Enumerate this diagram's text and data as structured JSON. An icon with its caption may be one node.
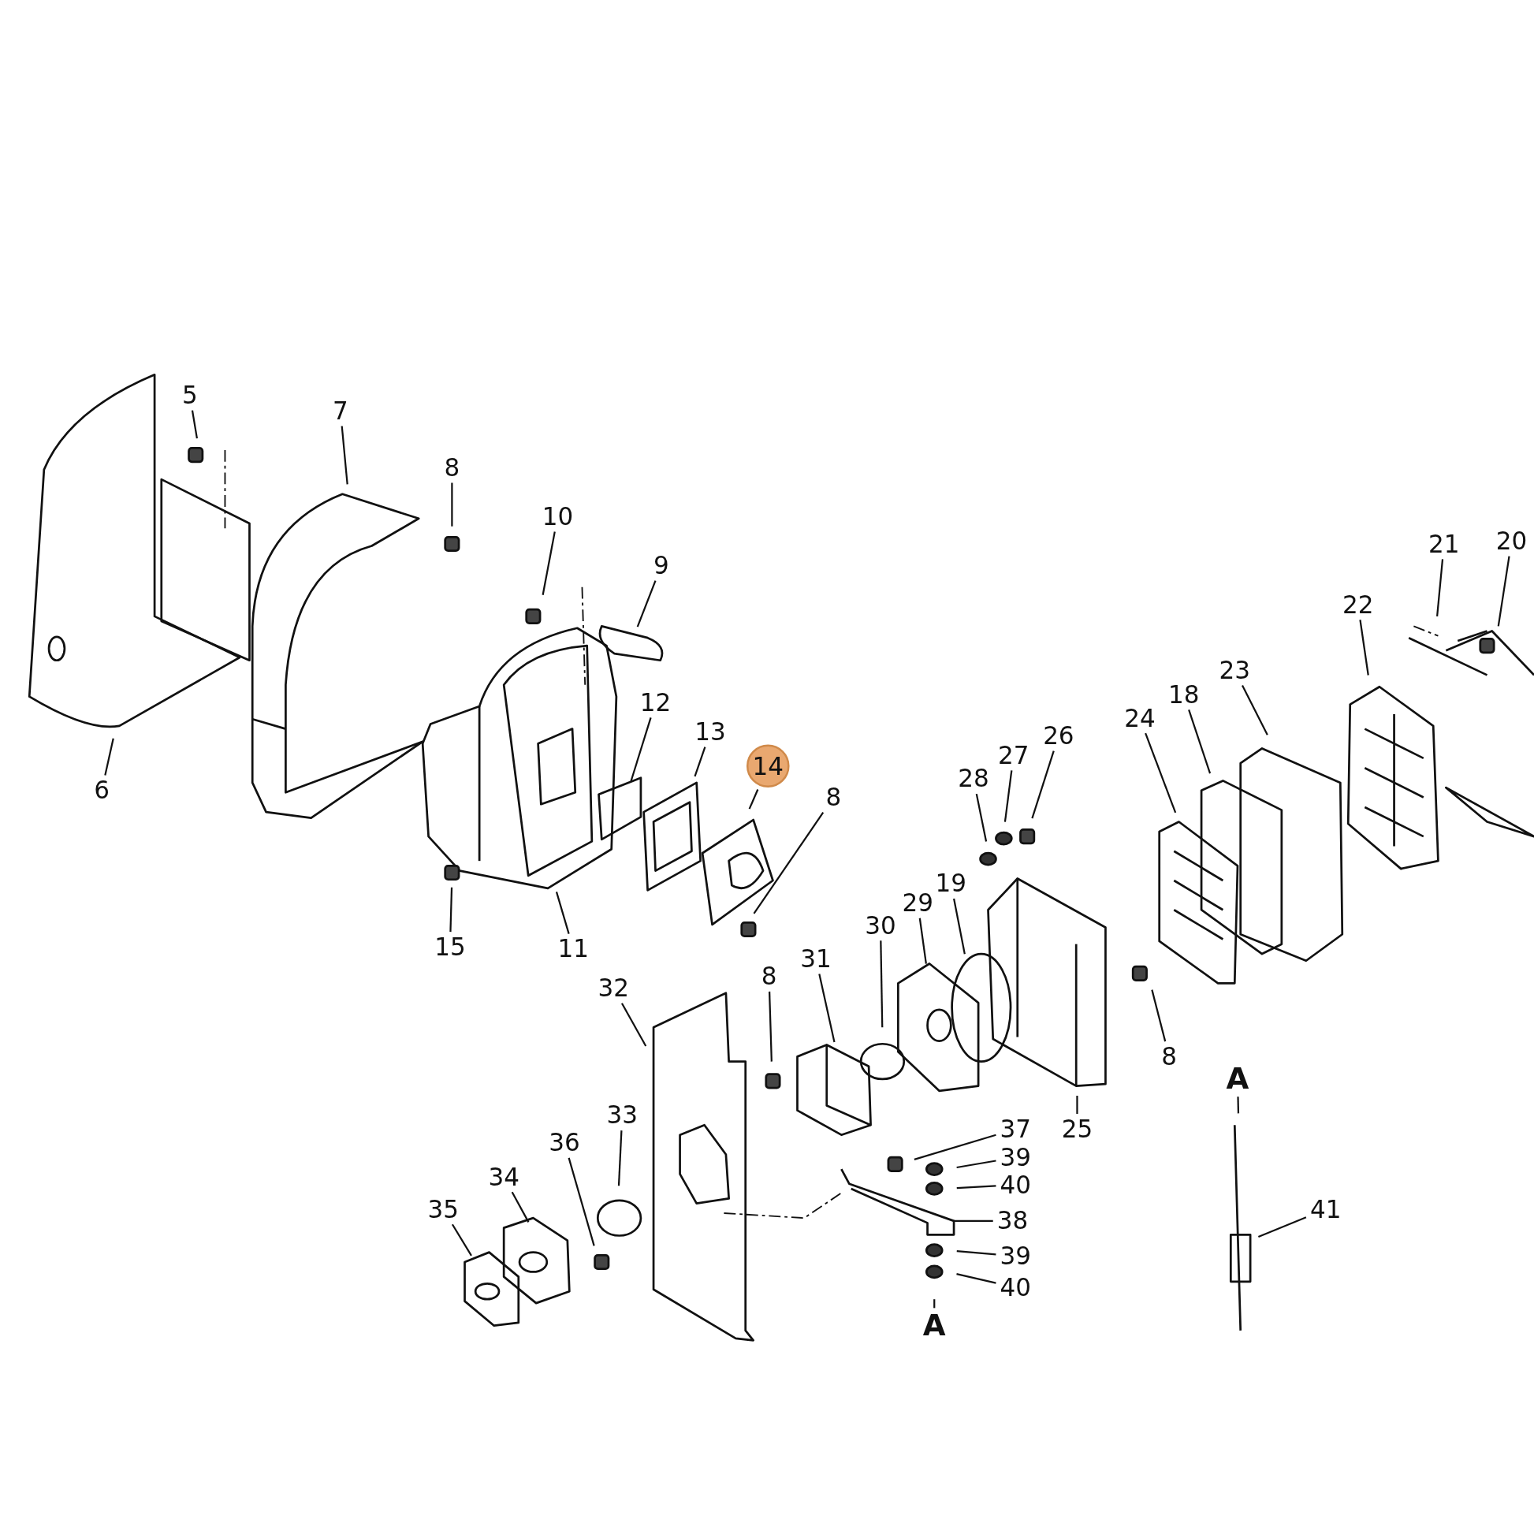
{
  "diagram": {
    "nodes": [
      {
        "text": [
          "5"
        ]
      },
      {
        "text": [
          "7"
        ]
      },
      {
        "text": [
          "8"
        ]
      },
      {
        "text": [
          "10"
        ]
      },
      {
        "text": [
          "9"
        ]
      },
      {
        "text": [
          "21"
        ]
      },
      {
        "text": [
          "20"
        ]
      },
      {
        "text": [
          "22"
        ]
      },
      {
        "text": [
          "23"
        ]
      },
      {
        "text": [
          "18"
        ]
      },
      {
        "text": [
          "24"
        ]
      },
      {
        "text": [
          "12"
        ]
      },
      {
        "text": [
          "13"
        ]
      },
      {
        "text": [
          "14"
        ]
      },
      {
        "text": [
          "26"
        ]
      },
      {
        "text": [
          "27"
        ]
      },
      {
        "text": [
          "28"
        ]
      },
      {
        "text": [
          "6"
        ]
      },
      {
        "text": [
          "8"
        ]
      },
      {
        "text": [
          "19"
        ]
      },
      {
        "text": [
          "29"
        ]
      },
      {
        "text": [
          "30"
        ]
      },
      {
        "text": [
          "15"
        ]
      },
      {
        "text": [
          "11"
        ]
      },
      {
        "text": [
          "31"
        ]
      },
      {
        "text": [
          "32"
        ]
      },
      {
        "text": [
          "8"
        ]
      },
      {
        "text": [
          "8"
        ]
      },
      {
        "text": [
          "A"
        ]
      },
      {
        "text": [
          "33"
        ]
      },
      {
        "text": [
          "25"
        ]
      },
      {
        "text": [
          "37"
        ]
      },
      {
        "text": [
          "36"
        ]
      },
      {
        "text": [
          "39"
        ]
      },
      {
        "text": [
          "34"
        ]
      },
      {
        "text": [
          "40"
        ]
      },
      {
        "text": [
          "35"
        ]
      },
      {
        "text": [
          "41"
        ]
      },
      {
        "text": [
          "38"
        ]
      },
      {
        "text": [
          "39"
        ]
      },
      {
        "text": [
          "40"
        ]
      },
      {
        "text": [
          "A"
        ]
      }
    ],
    "edges": [
      {
        "from": 0,
        "to": null,
        "arrow": "none"
      },
      {
        "from": 1,
        "to": null,
        "arrow": "none"
      },
      {
        "from": 2,
        "to": null,
        "arrow": "none"
      },
      {
        "from": 3,
        "to": null,
        "arrow": "none"
      },
      {
        "from": 4,
        "to": null,
        "arrow": "none"
      },
      {
        "from": 5,
        "to": null,
        "arrow": "none"
      },
      {
        "from": 6,
        "to": null,
        "arrow": "none"
      },
      {
        "from": 7,
        "to": null,
        "arrow": "none"
      },
      {
        "from": 8,
        "to": null,
        "arrow": "none"
      },
      {
        "from": 9,
        "to": null,
        "arrow": "none"
      },
      {
        "from": 10,
        "to": null,
        "arrow": "none"
      },
      {
        "from": 11,
        "to": null,
        "arrow": "none"
      },
      {
        "from": 12,
        "to": null,
        "arrow": "none"
      },
      {
        "from": 13,
        "to": null,
        "arrow": "none"
      },
      {
        "from": 14,
        "to": null,
        "arrow": "none"
      },
      {
        "from": 15,
        "to": null,
        "arrow": "none"
      },
      {
        "from": 16,
        "to": null,
        "arrow": "none"
      },
      {
        "from": 17,
        "to": null,
        "arrow": "none"
      },
      {
        "from": 18,
        "to": null,
        "arrow": "none"
      },
      {
        "from": 19,
        "to": null,
        "arrow": "none"
      },
      {
        "from": 20,
        "to": null,
        "arrow": "none"
      },
      {
        "from": 21,
        "to": null,
        "arrow": "none"
      },
      {
        "from": 22,
        "to": null,
        "arrow": "none"
      },
      {
        "from": 23,
        "to": null,
        "arrow": "none"
      },
      {
        "from": 24,
        "to": null,
        "arrow": "none"
      },
      {
        "from": 25,
        "to": null,
        "arrow": "none"
      },
      {
        "from": 26,
        "to": null,
        "arrow": "none"
      },
      {
        "from": 27,
        "to": null,
        "arrow": "none"
      },
      {
        "from": 28,
        "to": null,
        "arrow": "none"
      },
      {
        "from": 29,
        "to": null,
        "arrow": "none"
      },
      {
        "from": 30,
        "to": null,
        "arrow": "none"
      },
      {
        "from": 31,
        "to": null,
        "arrow": "none"
      },
      {
        "from": 32,
        "to": null,
        "arrow": "none"
      },
      {
        "from": 33,
        "to": null,
        "arrow": "none"
      },
      {
        "from": 34,
        "to": null,
        "arrow": "none"
      },
      {
        "from": 35,
        "to": null,
        "arrow": "none"
      },
      {
        "from": 36,
        "to": null,
        "arrow": "none"
      },
      {
        "from": 37,
        "to": null,
        "arrow": "none"
      },
      {
        "from": 38,
        "to": null,
        "arrow": "none"
      },
      {
        "from": 39,
        "to": null,
        "arrow": "none"
      },
      {
        "from": 40,
        "to": null,
        "arrow": "none"
      },
      {
        "from": 41,
        "to": null,
        "arrow": "none"
      }
    ]
  }
}
